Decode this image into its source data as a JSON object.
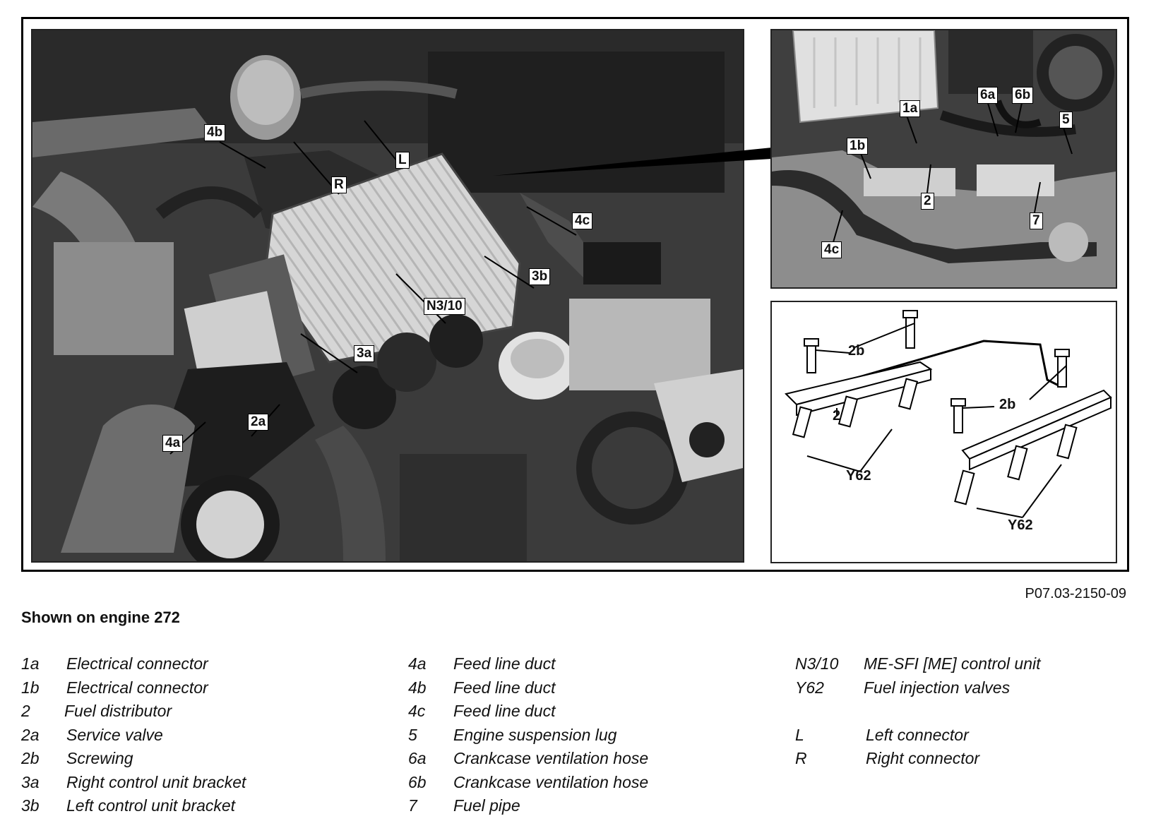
{
  "figure_code": "P07.03-2150-09",
  "caption": "Shown on engine 272",
  "main_callouts": {
    "c4b": "4b",
    "cR": "R",
    "cL": "L",
    "c4c": "4c",
    "c3b": "3b",
    "cN310": "N3/10",
    "c3a": "3a",
    "c2a": "2a",
    "c4a": "4a"
  },
  "detail_callouts": {
    "c1a": "1a",
    "c6a": "6a",
    "c6b": "6b",
    "c5": "5",
    "c1b": "1b",
    "c2": "2",
    "c7": "7",
    "c4c": "4c"
  },
  "rail_callouts": {
    "c2b_1": "2b",
    "c2b_2": "2b",
    "c2b_3": "2b",
    "c2": "2",
    "cY62_1": "Y62",
    "cY62_2": "Y62"
  },
  "legend": {
    "col1": [
      {
        "code": "1a",
        "desc": "Electrical connector"
      },
      {
        "code": "1b",
        "desc": "Electrical connector"
      },
      {
        "code": "2",
        "desc": "Fuel distributor"
      },
      {
        "code": "2a",
        "desc": "Service valve"
      },
      {
        "code": "2b",
        "desc": "Screwing"
      },
      {
        "code": "3a",
        "desc": "Right control unit bracket"
      },
      {
        "code": "3b",
        "desc": "Left control unit bracket"
      }
    ],
    "col2": [
      {
        "code": "4a",
        "desc": "Feed line duct"
      },
      {
        "code": "4b",
        "desc": "Feed line duct"
      },
      {
        "code": "4c",
        "desc": "Feed line duct"
      },
      {
        "code": "5",
        "desc": "Engine suspension lug"
      },
      {
        "code": "6a",
        "desc": "Crankcase ventilation hose"
      },
      {
        "code": "6b",
        "desc": "Crankcase ventilation hose"
      },
      {
        "code": "7",
        "desc": "Fuel pipe"
      }
    ],
    "col3": [
      {
        "code": "N3/10",
        "desc": "ME-SFI [ME] control unit"
      },
      {
        "code": "Y62",
        "desc": "Fuel injection valves"
      },
      {
        "code": "",
        "desc": ""
      },
      {
        "code": "L",
        "desc": "Left connector"
      },
      {
        "code": "R",
        "desc": "Right connector"
      }
    ]
  }
}
